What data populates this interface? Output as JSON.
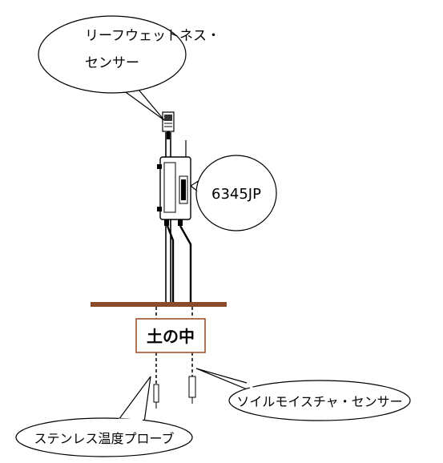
{
  "labels": {
    "leaf_wetness": [
      "リーフウェットネス・",
      "センサー"
    ],
    "logger": "6345JP",
    "underground": "土の中",
    "soil_moisture": "ソイルモイスチャ・センサー",
    "temp_probe": "ステンレス温度プローブ"
  },
  "colors": {
    "ground": "#8b4a2a",
    "underground_border": "#a0522d",
    "line": "#000000",
    "background": "#ffffff"
  }
}
